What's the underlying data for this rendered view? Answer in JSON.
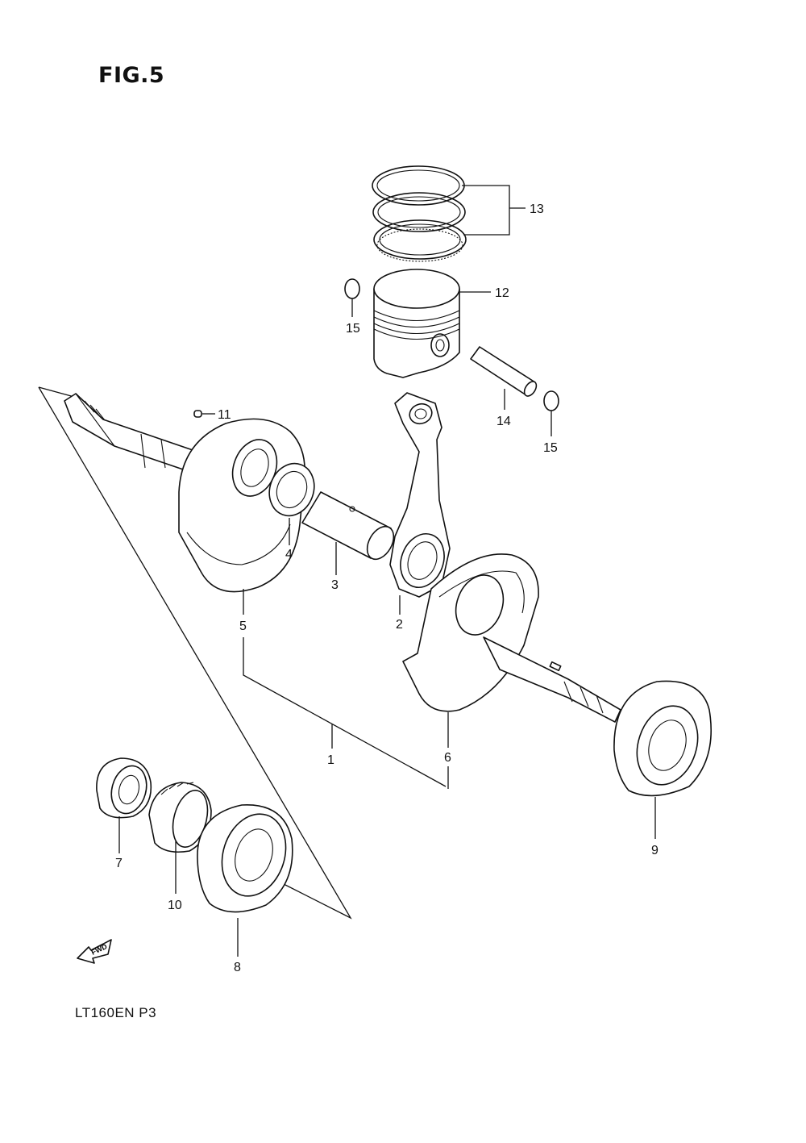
{
  "figure": {
    "title": "FIG.5",
    "model_code": "LT160EN P3"
  },
  "fwd_label": "FWD",
  "callouts": [
    {
      "id": "13",
      "label": "13"
    },
    {
      "id": "12",
      "label": "12"
    },
    {
      "id": "15a",
      "label": "15"
    },
    {
      "id": "14",
      "label": "14"
    },
    {
      "id": "15b",
      "label": "15"
    },
    {
      "id": "11",
      "label": "11"
    },
    {
      "id": "4",
      "label": "4"
    },
    {
      "id": "3",
      "label": "3"
    },
    {
      "id": "2",
      "label": "2"
    },
    {
      "id": "5",
      "label": "5"
    },
    {
      "id": "1",
      "label": "1"
    },
    {
      "id": "6",
      "label": "6"
    },
    {
      "id": "9",
      "label": "9"
    },
    {
      "id": "7",
      "label": "7"
    },
    {
      "id": "10",
      "label": "10"
    },
    {
      "id": "8",
      "label": "8"
    }
  ]
}
